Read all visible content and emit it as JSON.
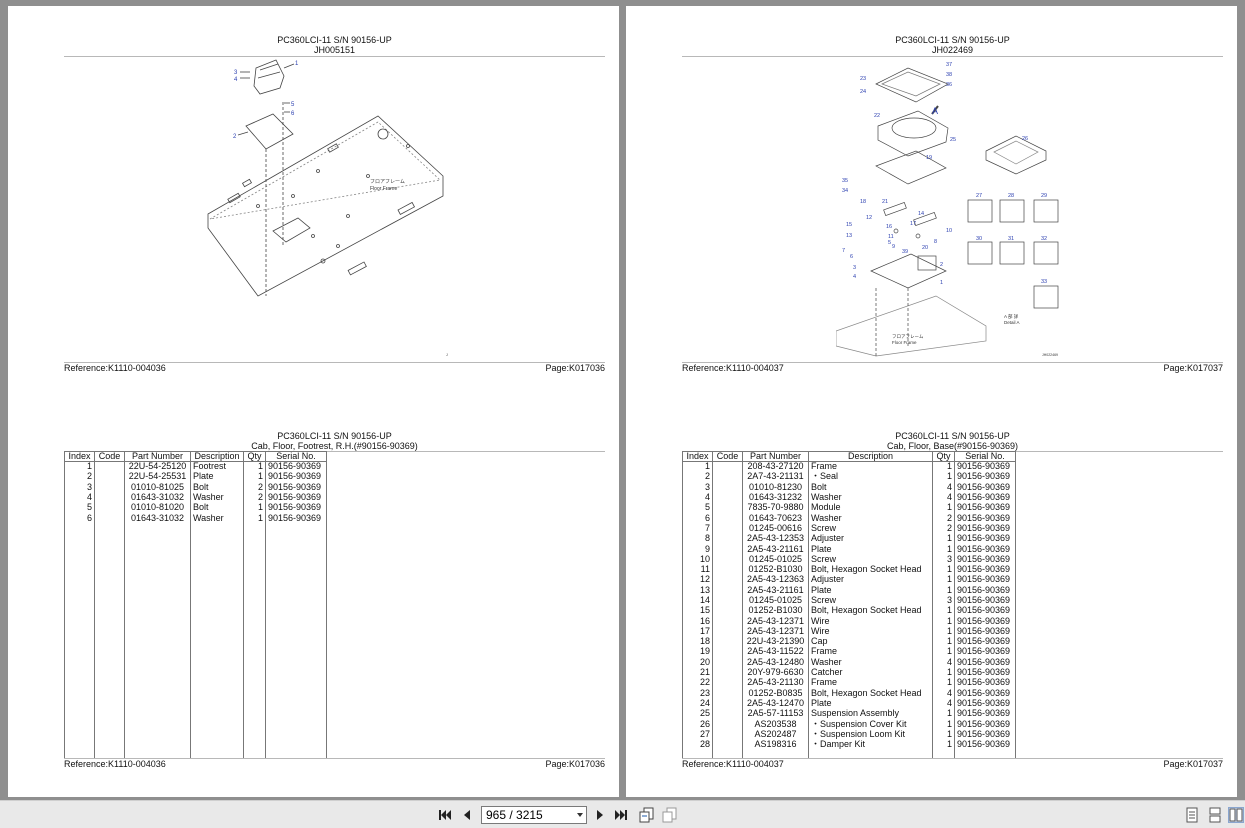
{
  "pages": {
    "left_top": {
      "title": "PC360LCI-11 S/N 90156-UP",
      "subtitle": "JH005151",
      "reference": "Reference:K1110-004036",
      "page": "Page:K017036",
      "drawing_id": "JH005151",
      "callouts": [
        "1",
        "2",
        "3",
        "4",
        "5",
        "6"
      ],
      "floor_label_jp": "フロアフレーム",
      "floor_label_en": "Floor Frame"
    },
    "right_top": {
      "title": "PC360LCI-11 S/N 90156-UP",
      "subtitle": "JH022469",
      "reference": "Reference:K1110-004037",
      "page": "Page:K017037",
      "drawing_id": "JH022469",
      "callouts": [
        "1",
        "2",
        "3",
        "4",
        "5",
        "6",
        "7",
        "8",
        "9",
        "10",
        "11",
        "12",
        "13",
        "14",
        "15",
        "16",
        "17",
        "18",
        "19",
        "20",
        "21",
        "22",
        "23",
        "24",
        "25",
        "26",
        "27",
        "28",
        "29",
        "30",
        "31",
        "32",
        "33",
        "34",
        "35",
        "36",
        "37",
        "38",
        "39",
        "A"
      ],
      "floor_label_jp": "フロアフレーム",
      "floor_label_en": "Floor Frame",
      "detail_label_jp": "A 部 詳",
      "detail_label_en": "Detail A"
    },
    "left_bottom": {
      "title": "PC360LCI-11 S/N 90156-UP",
      "subtitle": "Cab, Floor, Footrest, R.H.(#90156-90369)",
      "reference": "Reference:K1110-004036",
      "page": "Page:K017036",
      "columns": [
        "Index",
        "Code",
        "Part Number",
        "Description",
        "Qty",
        "Serial No."
      ],
      "rows": [
        [
          "1",
          "",
          "22U-54-25120",
          "Footrest",
          "1",
          "90156-90369"
        ],
        [
          "2",
          "",
          "22U-54-25531",
          "Plate",
          "1",
          "90156-90369"
        ],
        [
          "3",
          "",
          "01010-81025",
          "Bolt",
          "2",
          "90156-90369"
        ],
        [
          "4",
          "",
          "01643-31032",
          "Washer",
          "2",
          "90156-90369"
        ],
        [
          "5",
          "",
          "01010-81020",
          "Bolt",
          "1",
          "90156-90369"
        ],
        [
          "6",
          "",
          "01643-31032",
          "Washer",
          "1",
          "90156-90369"
        ]
      ]
    },
    "right_bottom": {
      "title": "PC360LCI-11 S/N 90156-UP",
      "subtitle": "Cab, Floor, Base(#90156-90369)",
      "reference": "Reference:K1110-004037",
      "page": "Page:K017037",
      "columns": [
        "Index",
        "Code",
        "Part Number",
        "Description",
        "Qty",
        "Serial No."
      ],
      "rows": [
        [
          "1",
          "",
          "208-43-27120",
          "Frame",
          "1",
          "90156-90369"
        ],
        [
          "2",
          "",
          "2A7-43-21131",
          "・Seal",
          "1",
          "90156-90369"
        ],
        [
          "3",
          "",
          "01010-81230",
          "Bolt",
          "4",
          "90156-90369"
        ],
        [
          "4",
          "",
          "01643-31232",
          "Washer",
          "4",
          "90156-90369"
        ],
        [
          "5",
          "",
          "7835-70-9880",
          "Module",
          "1",
          "90156-90369"
        ],
        [
          "6",
          "",
          "01643-70623",
          "Washer",
          "2",
          "90156-90369"
        ],
        [
          "7",
          "",
          "01245-00616",
          "Screw",
          "2",
          "90156-90369"
        ],
        [
          "8",
          "",
          "2A5-43-12353",
          "Adjuster",
          "1",
          "90156-90369"
        ],
        [
          "9",
          "",
          "2A5-43-21161",
          "Plate",
          "1",
          "90156-90369"
        ],
        [
          "10",
          "",
          "01245-01025",
          "Screw",
          "3",
          "90156-90369"
        ],
        [
          "11",
          "",
          "01252-B1030",
          "Bolt, Hexagon Socket Head",
          "1",
          "90156-90369"
        ],
        [
          "12",
          "",
          "2A5-43-12363",
          "Adjuster",
          "1",
          "90156-90369"
        ],
        [
          "13",
          "",
          "2A5-43-21161",
          "Plate",
          "1",
          "90156-90369"
        ],
        [
          "14",
          "",
          "01245-01025",
          "Screw",
          "3",
          "90156-90369"
        ],
        [
          "15",
          "",
          "01252-B1030",
          "Bolt, Hexagon Socket Head",
          "1",
          "90156-90369"
        ],
        [
          "16",
          "",
          "2A5-43-12371",
          "Wire",
          "1",
          "90156-90369"
        ],
        [
          "17",
          "",
          "2A5-43-12371",
          "Wire",
          "1",
          "90156-90369"
        ],
        [
          "18",
          "",
          "22U-43-21390",
          "Cap",
          "1",
          "90156-90369"
        ],
        [
          "19",
          "",
          "2A5-43-11522",
          "Frame",
          "1",
          "90156-90369"
        ],
        [
          "20",
          "",
          "2A5-43-12480",
          "Washer",
          "4",
          "90156-90369"
        ],
        [
          "21",
          "",
          "20Y-979-6630",
          "Catcher",
          "1",
          "90156-90369"
        ],
        [
          "22",
          "",
          "2A5-43-21130",
          "Frame",
          "1",
          "90156-90369"
        ],
        [
          "23",
          "",
          "01252-B0835",
          "Bolt, Hexagon Socket Head",
          "4",
          "90156-90369"
        ],
        [
          "24",
          "",
          "2A5-43-12470",
          "Plate",
          "4",
          "90156-90369"
        ],
        [
          "25",
          "",
          "2A5-57-11153",
          "Suspension Assembly",
          "1",
          "90156-90369"
        ],
        [
          "26",
          "",
          "AS203538",
          "・Suspension Cover Kit",
          "1",
          "90156-90369"
        ],
        [
          "27",
          "",
          "AS202487",
          "・Suspension Loom Kit",
          "1",
          "90156-90369"
        ],
        [
          "28",
          "",
          "AS198316",
          "・Damper Kit",
          "1",
          "90156-90369"
        ]
      ]
    }
  },
  "toolbar": {
    "page_indicator": "965 / 3215",
    "icons": [
      "first-page-icon",
      "prev-page-icon",
      "next-page-icon",
      "last-page-icon",
      "fit-page-icon",
      "fit-width-icon",
      "single-page-view-icon",
      "continuous-view-icon",
      "two-page-view-icon"
    ],
    "accent": "#1e5aa8"
  }
}
